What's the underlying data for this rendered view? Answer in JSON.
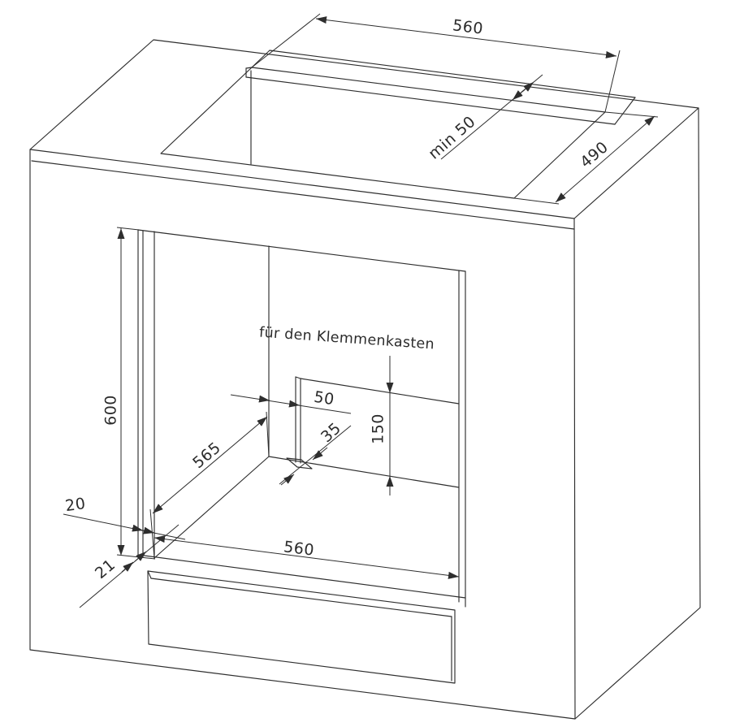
{
  "drawing": {
    "note_terminal_box": "für den Klemmenkasten",
    "dims": {
      "top_cutout_width": "560",
      "rear_gap_min": "min 50",
      "top_cutout_depth": "490",
      "niche_height": "600",
      "niche_depth": "565",
      "terminal_zone_offset": "50",
      "terminal_strip_depth": "35",
      "terminal_zone_height": "150",
      "side_clearance": "20",
      "front_recess": "21",
      "niche_width": "560"
    }
  }
}
